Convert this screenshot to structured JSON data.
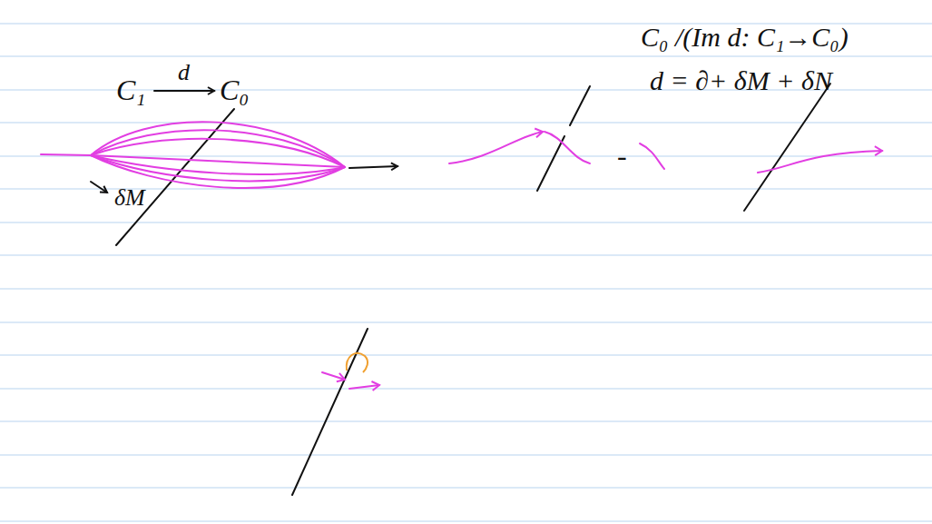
{
  "diagram": {
    "labels": [
      "C₁",
      "d",
      "C₀",
      "C₀ /(Im d: C₁→C₀)",
      "d = ∂+ δM + δN",
      "δM",
      "-"
    ]
  }
}
